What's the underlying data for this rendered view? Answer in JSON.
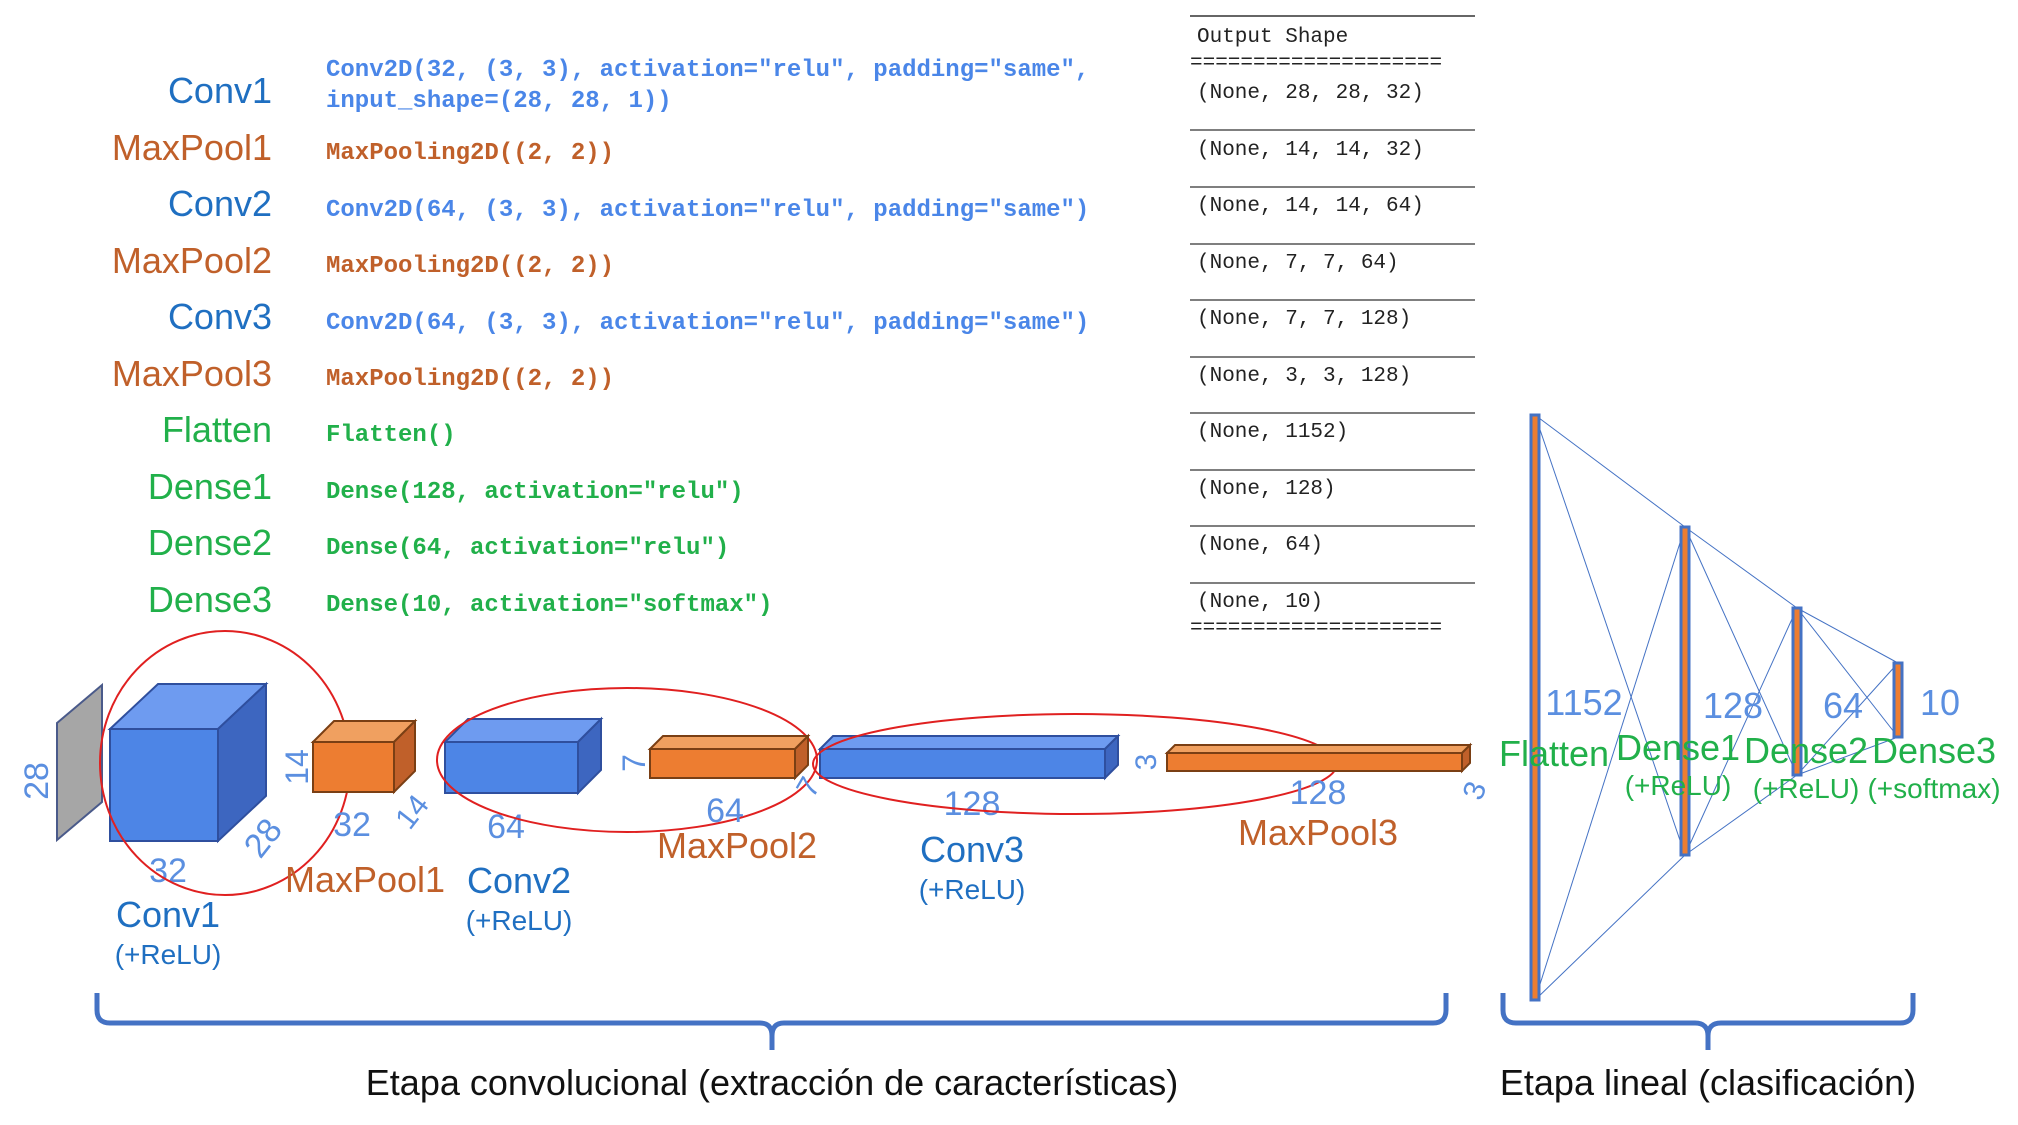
{
  "colors": {
    "blue": "#1f6fc1",
    "code_blue": "#4a86e8",
    "orange": "#c0602a",
    "green": "#21b04a",
    "dim_blue": "#5b8fe0",
    "box_blue": "#4d85e6",
    "box_orange": "#ed7d31",
    "ellipse_red": "#e02020",
    "bracket_blue": "#4472c4",
    "input_gray": "#a6a6a6"
  },
  "layers": [
    {
      "name": "Conv1",
      "code": [
        "Conv2D(32, (3, 3), activation=\"relu\", padding=\"same\",",
        "input_shape=(28, 28, 1))"
      ],
      "shape": "(None, 28, 28, 32)",
      "kind": "conv"
    },
    {
      "name": "MaxPool1",
      "code": [
        "MaxPooling2D((2, 2))"
      ],
      "shape": "(None, 14, 14, 32)",
      "kind": "pool"
    },
    {
      "name": "Conv2",
      "code": [
        "Conv2D(64, (3, 3), activation=\"relu\", padding=\"same\")"
      ],
      "shape": "(None, 14, 14, 64)",
      "kind": "conv"
    },
    {
      "name": "MaxPool2",
      "code": [
        "MaxPooling2D((2, 2))"
      ],
      "shape": "(None, 7, 7, 64)",
      "kind": "pool"
    },
    {
      "name": "Conv3",
      "code": [
        "Conv2D(64, (3, 3), activation=\"relu\", padding=\"same\")"
      ],
      "shape": "(None, 7, 7, 128)",
      "kind": "conv"
    },
    {
      "name": "MaxPool3",
      "code": [
        "MaxPooling2D((2, 2))"
      ],
      "shape": "(None, 3, 3, 128)",
      "kind": "pool"
    },
    {
      "name": "Flatten",
      "code": [
        "Flatten()"
      ],
      "shape": "(None, 1152)",
      "kind": "dense"
    },
    {
      "name": "Dense1",
      "code": [
        "Dense(128, activation=\"relu\")"
      ],
      "shape": "(None, 128)",
      "kind": "dense"
    },
    {
      "name": "Dense2",
      "code": [
        "Dense(64, activation=\"relu\")"
      ],
      "shape": "(None, 64)",
      "kind": "dense"
    },
    {
      "name": "Dense3",
      "code": [
        "Dense(10, activation=\"softmax\")"
      ],
      "shape": "(None, 10)",
      "kind": "dense"
    }
  ],
  "table": {
    "header": "Output Shape",
    "separator": "===================="
  },
  "conv_stage": {
    "input_dim": "28",
    "conv1": {
      "label": "Conv1",
      "sub": "(+ReLU)",
      "width": "32",
      "depth": "28"
    },
    "pool1": {
      "label": "MaxPool1",
      "height": "14",
      "width": "32",
      "depth": "14"
    },
    "conv2": {
      "label": "Conv2",
      "sub": "(+ReLU)",
      "width": "64"
    },
    "pool2": {
      "label": "MaxPool2",
      "height": "7",
      "width": "64",
      "depth": "7"
    },
    "conv3": {
      "label": "Conv3",
      "sub": "(+ReLU)",
      "width": "128"
    },
    "pool3": {
      "label": "MaxPool3",
      "height": "3",
      "width": "128",
      "depth": "3"
    }
  },
  "linear_stage": {
    "layers": [
      {
        "name": "Flatten",
        "sub": "",
        "units": "1152"
      },
      {
        "name": "Dense1",
        "sub": "(+ReLU)",
        "units": "128"
      },
      {
        "name": "Dense2",
        "sub": "(+ReLU)",
        "units": "64"
      },
      {
        "name": "Dense3",
        "sub": "(+softmax)",
        "units": "10"
      }
    ]
  },
  "brackets": {
    "conv": "Etapa convolucional (extracción de características)",
    "linear": "Etapa lineal (clasificación)"
  }
}
